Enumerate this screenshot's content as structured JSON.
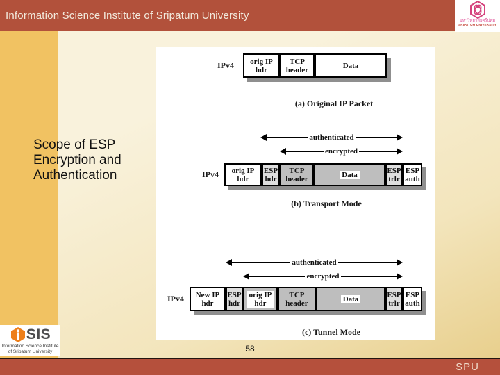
{
  "header": {
    "title": "Information Science Institute of Sripatum University",
    "logo": {
      "thai_name": "มหาวิทยาลัยศรีปทุม",
      "english_name": "SRIPATUM UNIVERSITY"
    }
  },
  "heading": {
    "text": "Scope of ESP\nEncryption and\nAuthentication"
  },
  "diagram": {
    "rows": [
      {
        "label": "IPv4",
        "caption": "(a) Original IP Packet",
        "boxes": [
          {
            "label": "orig IP\nhdr"
          },
          {
            "label": "TCP\nheader"
          },
          {
            "label": "Data"
          }
        ]
      },
      {
        "label": "IPv4",
        "caption": "(b) Transport Mode",
        "arrows": [
          {
            "label": "authenticated"
          },
          {
            "label": "encrypted"
          }
        ],
        "boxes": [
          {
            "label": "orig IP\nhdr"
          },
          {
            "label": "ESP\nhdr"
          },
          {
            "label": "TCP\nheader"
          },
          {
            "label": "Data"
          },
          {
            "label": "ESP\ntrlr"
          },
          {
            "label": "ESP\nauth"
          }
        ]
      },
      {
        "label": "IPv4",
        "caption": "(c) Tunnel Mode",
        "arrows": [
          {
            "label": "authenticated"
          },
          {
            "label": "encrypted"
          }
        ],
        "boxes": [
          {
            "label": "New IP\nhdr"
          },
          {
            "label": "ESP\nhdr"
          },
          {
            "label": "orig IP\nhdr"
          },
          {
            "label": "TCP\nheader"
          },
          {
            "label": "Data"
          },
          {
            "label": "ESP\ntrlr"
          },
          {
            "label": "ESP\nauth"
          }
        ]
      }
    ]
  },
  "page_number": "58",
  "footer": {
    "brand": "SPU"
  },
  "isis": {
    "mark_letter": "i",
    "wordmark": "SIS",
    "line1": "Information Science Institute",
    "line2": "of Sripatum University"
  },
  "colors": {
    "header_bar": "#B2513B",
    "footer_bar": "#B5503C",
    "gold_strip": "#F1C262",
    "background_cream": "#F8F1DA",
    "box_gray": "#BEBEBE",
    "box_light_gray": "#DEDEDE",
    "shadow_gray": "#8F8F8F",
    "spu_logo_pink": "#D5437D",
    "isis_logo_orange": "#EE7F1A"
  }
}
